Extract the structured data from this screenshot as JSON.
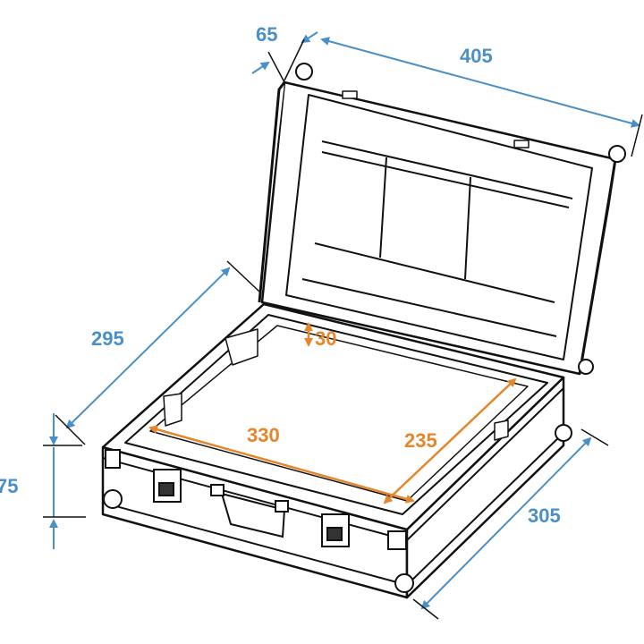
{
  "colors": {
    "outer_dimension": "#4a8fc6",
    "inner_dimension": "#e5862b",
    "drawing": "#111111"
  },
  "dimensions": {
    "lid_depth": "65",
    "width_outer": "405",
    "depth_outer": "295",
    "inner_height": "30",
    "inner_width": "330",
    "inner_depth": "235",
    "base_height": "75",
    "front_depth": "305"
  }
}
